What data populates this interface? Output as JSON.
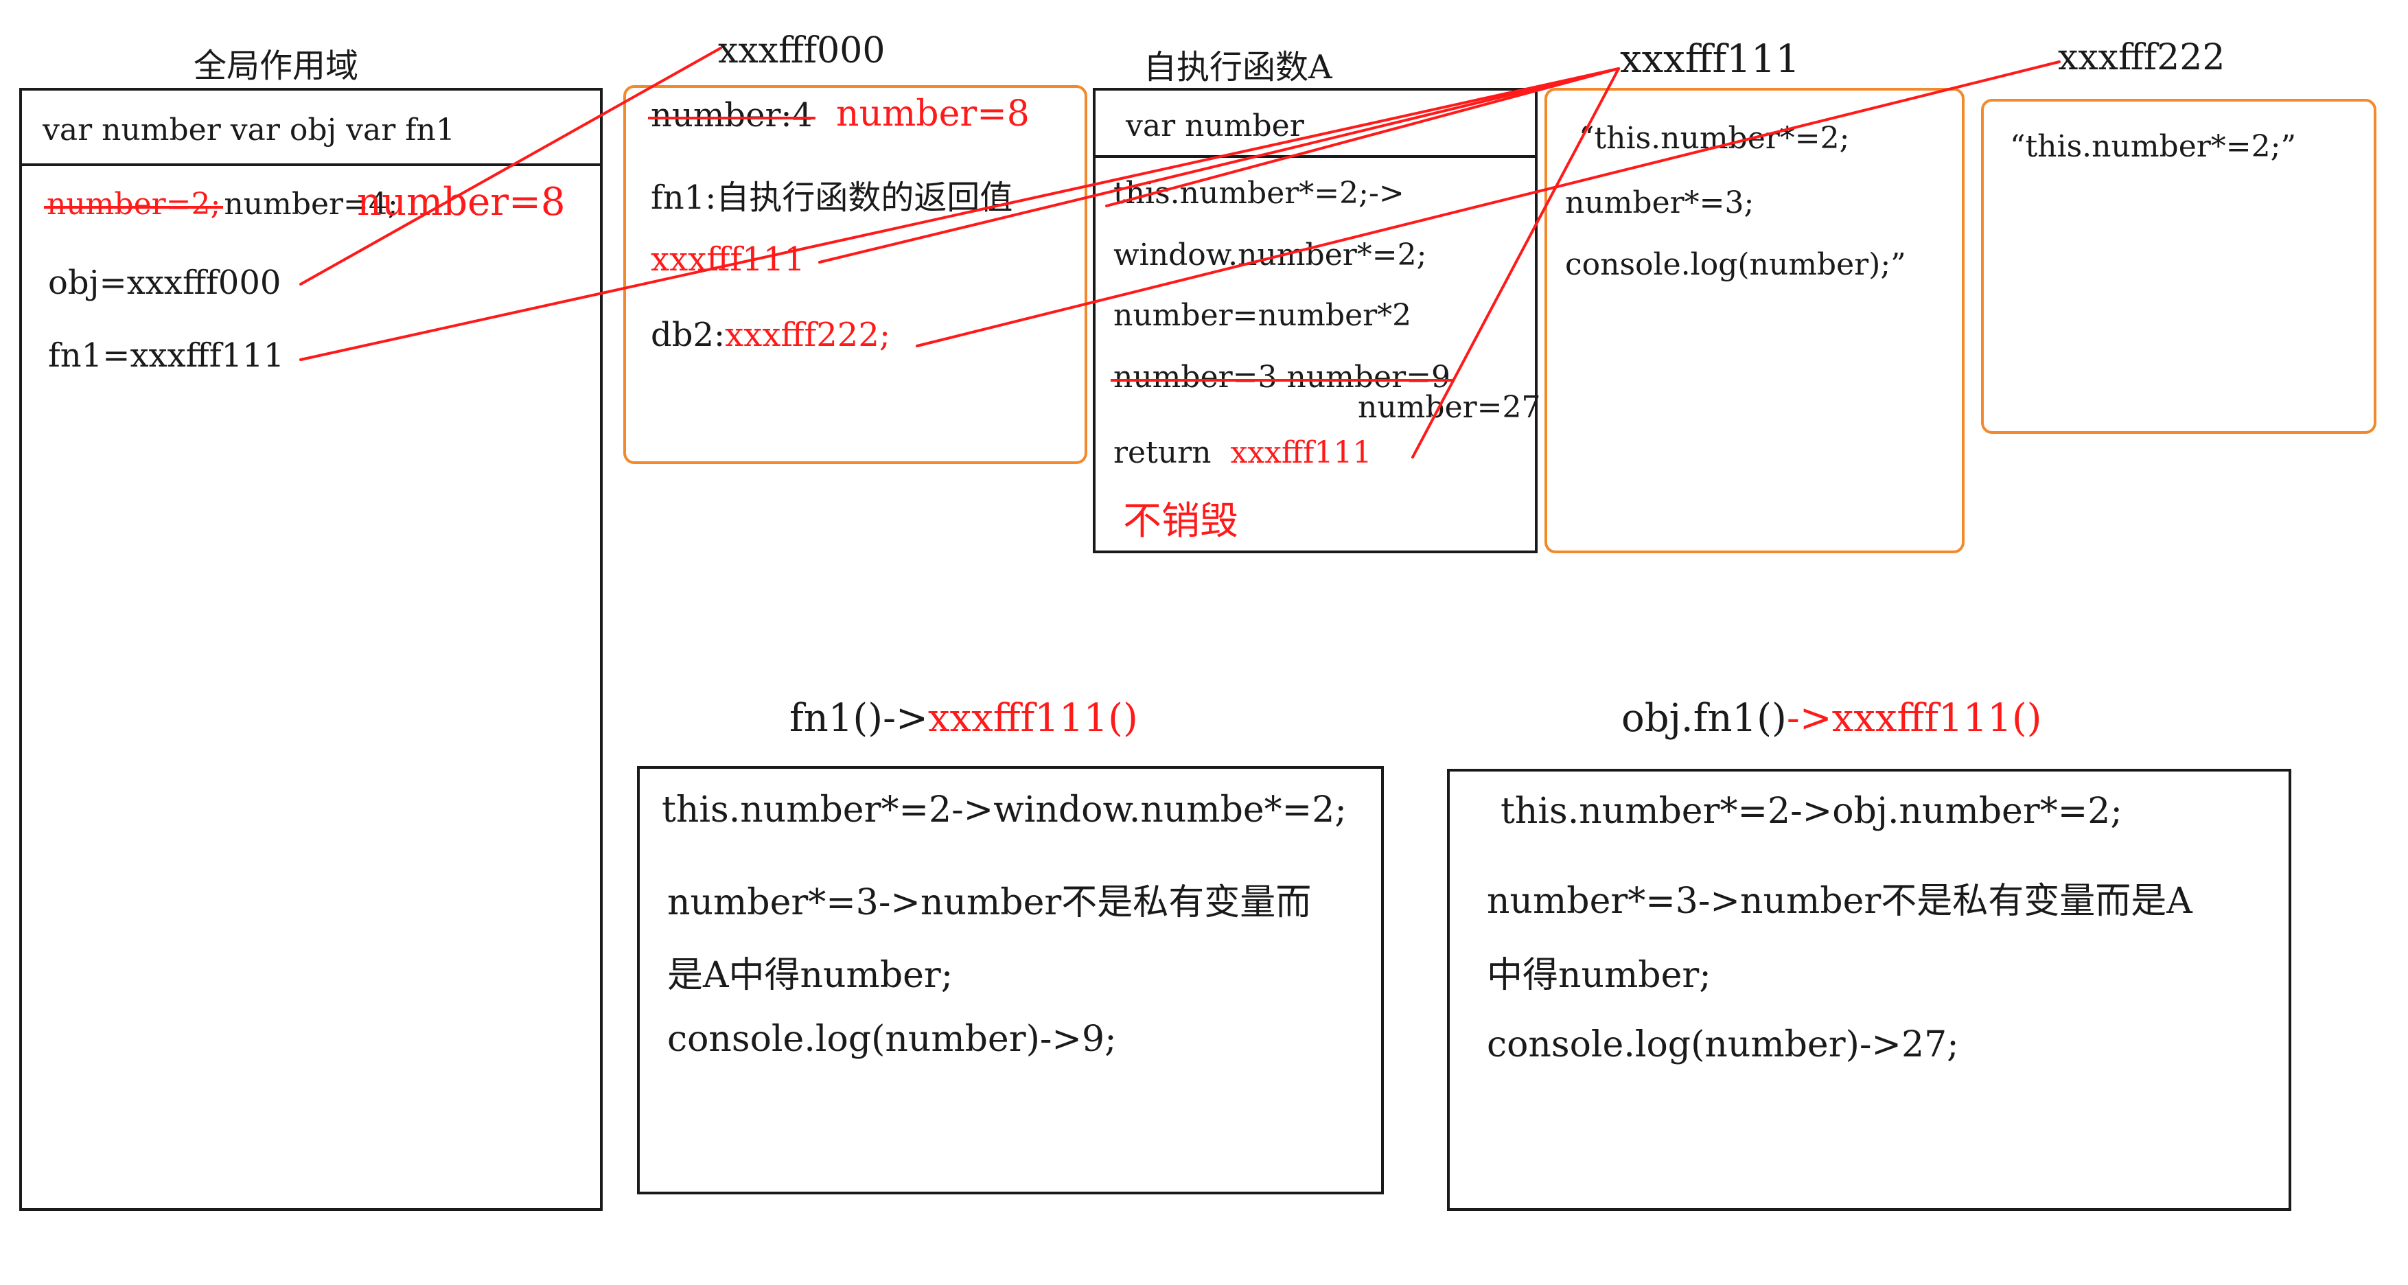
{
  "global": {
    "title": "全局作用域",
    "header": "var number  var obj  var fn1",
    "number_old1": "number=2;",
    "number_old2": "number=4;",
    "number_new": "number=8",
    "obj": "obj=xxxfff000",
    "fn1": "fn1=xxxfff111"
  },
  "heap000": {
    "address": "xxxfff000",
    "number_old": "number:4",
    "number_new": "number=8",
    "fn1_label": "fn1:自执行函数的返回值",
    "fn1_value": "xxxfff111",
    "db2_label": "db2:",
    "db2_value": "xxxfff222;"
  },
  "selfexec": {
    "title": "自执行函数A",
    "header": "var number",
    "line1": "this.number*=2;->",
    "line2": "window.number*=2;",
    "line3": "number=number*2",
    "line4_old": "number=3 number=9",
    "line4_new": "number=27",
    "return_label": "return",
    "return_value": "xxxfff111",
    "note": "不销毁"
  },
  "heap111": {
    "address": "xxxfff111",
    "line1": "“this.number*=2;",
    "line2": "number*=3;",
    "line3": "console.log(number);”"
  },
  "heap222": {
    "address": "xxxfff222",
    "line1": "“this.number*=2;”"
  },
  "call1": {
    "title_prefix": "fn1()->",
    "title_suffix": "xxxfff111()",
    "line1": "this.number*=2->window.numbe*=2;",
    "line2": "number*=3->number不是私有变量而",
    "line3": "是A中得number;",
    "line4": "console.log(number)->9;"
  },
  "call2": {
    "title_prefix": "obj.fn1()",
    "title_suffix": "->xxxfff111()",
    "line1": "this.number*=2->obj.number*=2;",
    "line2": "number*=3->number不是私有变量而是A",
    "line3": "中得number;",
    "line4": "console.log(number)->27;"
  },
  "colors": {
    "ink": "#1a1a1a",
    "red": "#ff1a1a",
    "orange": "#f28a2c"
  }
}
